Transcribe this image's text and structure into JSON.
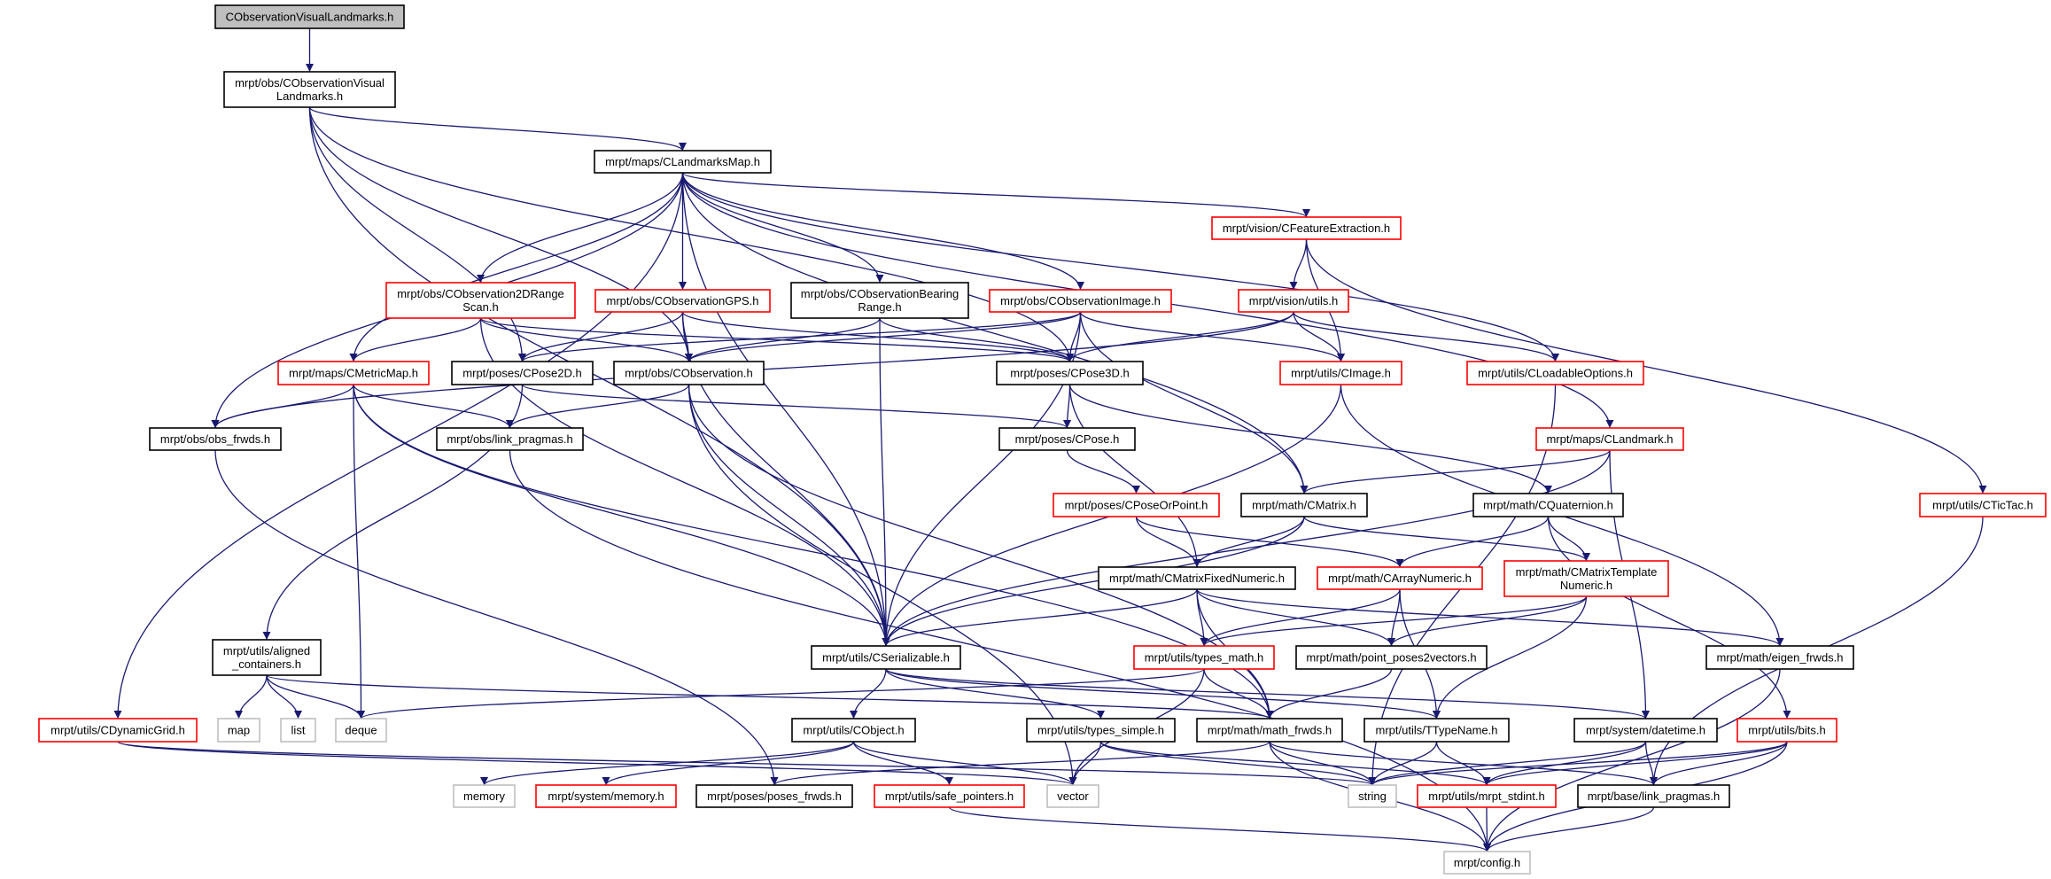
{
  "colors": {
    "edge": "#191970",
    "red_border": "#ff0000",
    "black_border": "#000000",
    "gray_border": "#bfbfbf",
    "root_fill": "#bfbfbf"
  },
  "nodes": [
    {
      "id": "A",
      "lines": [
        "CObservationVisualLandmarks.h"
      ],
      "style": "root"
    },
    {
      "id": "B",
      "lines": [
        "mrpt/obs/CObservationVisual",
        "Landmarks.h"
      ],
      "style": "black"
    },
    {
      "id": "C",
      "lines": [
        "mrpt/maps/CLandmarksMap.h"
      ],
      "style": "black"
    },
    {
      "id": "D",
      "lines": [
        "mrpt/obs/CObservation2DRange",
        "Scan.h"
      ],
      "style": "red"
    },
    {
      "id": "E",
      "lines": [
        "mrpt/obs/CObservationGPS.h"
      ],
      "style": "red"
    },
    {
      "id": "F",
      "lines": [
        "mrpt/obs/CObservationBearing",
        "Range.h"
      ],
      "style": "black"
    },
    {
      "id": "G",
      "lines": [
        "mrpt/obs/CObservationImage.h"
      ],
      "style": "red"
    },
    {
      "id": "H",
      "lines": [
        "mrpt/vision/CFeatureExtraction.h"
      ],
      "style": "red"
    },
    {
      "id": "I",
      "lines": [
        "mrpt/vision/utils.h"
      ],
      "style": "red"
    },
    {
      "id": "J",
      "lines": [
        "mrpt/maps/CMetricMap.h"
      ],
      "style": "red"
    },
    {
      "id": "K",
      "lines": [
        "mrpt/poses/CPose2D.h"
      ],
      "style": "black"
    },
    {
      "id": "L",
      "lines": [
        "mrpt/obs/CObservation.h"
      ],
      "style": "black"
    },
    {
      "id": "M",
      "lines": [
        "mrpt/poses/CPose3D.h"
      ],
      "style": "black"
    },
    {
      "id": "N",
      "lines": [
        "mrpt/utils/CImage.h"
      ],
      "style": "red"
    },
    {
      "id": "O",
      "lines": [
        "mrpt/utils/CLoadableOptions.h"
      ],
      "style": "red"
    },
    {
      "id": "P",
      "lines": [
        "mrpt/obs/obs_frwds.h"
      ],
      "style": "black"
    },
    {
      "id": "Q",
      "lines": [
        "mrpt/obs/link_pragmas.h"
      ],
      "style": "black"
    },
    {
      "id": "R",
      "lines": [
        "mrpt/poses/CPose.h"
      ],
      "style": "black"
    },
    {
      "id": "S",
      "lines": [
        "mrpt/maps/CLandmark.h"
      ],
      "style": "red"
    },
    {
      "id": "T",
      "lines": [
        "mrpt/poses/CPoseOrPoint.h"
      ],
      "style": "red"
    },
    {
      "id": "U",
      "lines": [
        "mrpt/math/CMatrix.h"
      ],
      "style": "black"
    },
    {
      "id": "V",
      "lines": [
        "mrpt/math/CQuaternion.h"
      ],
      "style": "black"
    },
    {
      "id": "W",
      "lines": [
        "mrpt/utils/CTicTac.h"
      ],
      "style": "red"
    },
    {
      "id": "X",
      "lines": [
        "mrpt/math/CMatrixFixedNumeric.h"
      ],
      "style": "black"
    },
    {
      "id": "Y",
      "lines": [
        "mrpt/math/CArrayNumeric.h"
      ],
      "style": "red"
    },
    {
      "id": "Z",
      "lines": [
        "mrpt/math/CMatrixTemplate",
        "Numeric.h"
      ],
      "style": "red"
    },
    {
      "id": "AA",
      "lines": [
        "mrpt/utils/types_math.h"
      ],
      "style": "red"
    },
    {
      "id": "AB",
      "lines": [
        "mrpt/math/point_poses2vectors.h"
      ],
      "style": "black"
    },
    {
      "id": "AC",
      "lines": [
        "mrpt/math/eigen_frwds.h"
      ],
      "style": "black"
    },
    {
      "id": "AD",
      "lines": [
        "mrpt/utils/CSerializable.h"
      ],
      "style": "black"
    },
    {
      "id": "AE",
      "lines": [
        "mrpt/utils/aligned",
        "_containers.h"
      ],
      "style": "black"
    },
    {
      "id": "AF",
      "lines": [
        "mrpt/utils/CDynamicGrid.h"
      ],
      "style": "red"
    },
    {
      "id": "AG",
      "lines": [
        "map"
      ],
      "style": "gray"
    },
    {
      "id": "AH",
      "lines": [
        "list"
      ],
      "style": "gray"
    },
    {
      "id": "AI",
      "lines": [
        "deque"
      ],
      "style": "gray"
    },
    {
      "id": "AJ",
      "lines": [
        "mrpt/utils/CObject.h"
      ],
      "style": "black"
    },
    {
      "id": "AK",
      "lines": [
        "memory"
      ],
      "style": "gray"
    },
    {
      "id": "AL",
      "lines": [
        "mrpt/system/memory.h"
      ],
      "style": "red"
    },
    {
      "id": "AM",
      "lines": [
        "mrpt/poses/poses_frwds.h"
      ],
      "style": "black"
    },
    {
      "id": "AN",
      "lines": [
        "mrpt/utils/safe_pointers.h"
      ],
      "style": "red"
    },
    {
      "id": "AO",
      "lines": [
        "mrpt/utils/types_simple.h"
      ],
      "style": "black"
    },
    {
      "id": "AP",
      "lines": [
        "mrpt/math/math_frwds.h"
      ],
      "style": "black"
    },
    {
      "id": "AQ",
      "lines": [
        "mrpt/utils/TTypeName.h"
      ],
      "style": "black"
    },
    {
      "id": "AR",
      "lines": [
        "mrpt/system/datetime.h"
      ],
      "style": "black"
    },
    {
      "id": "AS",
      "lines": [
        "mrpt/utils/bits.h"
      ],
      "style": "red"
    },
    {
      "id": "AT",
      "lines": [
        "vector"
      ],
      "style": "gray"
    },
    {
      "id": "AU",
      "lines": [
        "string"
      ],
      "style": "gray"
    },
    {
      "id": "AV",
      "lines": [
        "mrpt/utils/mrpt_stdint.h"
      ],
      "style": "red"
    },
    {
      "id": "AW",
      "lines": [
        "mrpt/base/link_pragmas.h"
      ],
      "style": "black"
    },
    {
      "id": "AX",
      "lines": [
        "mrpt/config.h"
      ],
      "style": "gray"
    }
  ],
  "edges": [
    [
      "A",
      "B"
    ],
    [
      "B",
      "C"
    ],
    [
      "B",
      "M"
    ],
    [
      "B",
      "L"
    ],
    [
      "B",
      "K"
    ],
    [
      "B",
      "AD"
    ],
    [
      "C",
      "AF"
    ],
    [
      "C",
      "P"
    ],
    [
      "C",
      "AD"
    ],
    [
      "C",
      "J"
    ],
    [
      "C",
      "D"
    ],
    [
      "C",
      "E"
    ],
    [
      "C",
      "F"
    ],
    [
      "C",
      "G"
    ],
    [
      "C",
      "H"
    ],
    [
      "C",
      "U"
    ],
    [
      "C",
      "O"
    ],
    [
      "C",
      "S"
    ],
    [
      "D",
      "J"
    ],
    [
      "D",
      "L"
    ],
    [
      "D",
      "M"
    ],
    [
      "D",
      "AD"
    ],
    [
      "E",
      "K"
    ],
    [
      "E",
      "L"
    ],
    [
      "E",
      "M"
    ],
    [
      "E",
      "AD"
    ],
    [
      "F",
      "L"
    ],
    [
      "F",
      "M"
    ],
    [
      "F",
      "AD"
    ],
    [
      "G",
      "K"
    ],
    [
      "G",
      "L"
    ],
    [
      "G",
      "M"
    ],
    [
      "G",
      "N"
    ],
    [
      "G",
      "U"
    ],
    [
      "G",
      "AD"
    ],
    [
      "H",
      "I"
    ],
    [
      "H",
      "N"
    ],
    [
      "H",
      "W"
    ],
    [
      "I",
      "M"
    ],
    [
      "I",
      "N"
    ],
    [
      "I",
      "O"
    ],
    [
      "I",
      "P"
    ],
    [
      "J",
      "P"
    ],
    [
      "J",
      "Q"
    ],
    [
      "J",
      "AI"
    ],
    [
      "J",
      "AD"
    ],
    [
      "J",
      "AP"
    ],
    [
      "K",
      "R"
    ],
    [
      "K",
      "AE"
    ],
    [
      "L",
      "Q"
    ],
    [
      "L",
      "AD"
    ],
    [
      "L",
      "AP"
    ],
    [
      "L",
      "AT"
    ],
    [
      "M",
      "R"
    ],
    [
      "M",
      "X"
    ],
    [
      "M",
      "V"
    ],
    [
      "N",
      "AD"
    ],
    [
      "N",
      "AC"
    ],
    [
      "O",
      "AU"
    ],
    [
      "P",
      "AM"
    ],
    [
      "Q",
      "AX"
    ],
    [
      "R",
      "T"
    ],
    [
      "S",
      "U"
    ],
    [
      "S",
      "AD"
    ],
    [
      "S",
      "AR"
    ],
    [
      "T",
      "X"
    ],
    [
      "T",
      "Y"
    ],
    [
      "U",
      "X"
    ],
    [
      "U",
      "Z"
    ],
    [
      "U",
      "AD"
    ],
    [
      "V",
      "Y"
    ],
    [
      "V",
      "Z"
    ],
    [
      "V",
      "AS"
    ],
    [
      "W",
      "AW"
    ],
    [
      "X",
      "AA"
    ],
    [
      "X",
      "AB"
    ],
    [
      "X",
      "AC"
    ],
    [
      "X",
      "AD"
    ],
    [
      "X",
      "AP"
    ],
    [
      "Y",
      "AA"
    ],
    [
      "Y",
      "AB"
    ],
    [
      "Y",
      "AQ"
    ],
    [
      "Z",
      "AA"
    ],
    [
      "Z",
      "AB"
    ],
    [
      "Z",
      "AQ"
    ],
    [
      "AA",
      "AI"
    ],
    [
      "AA",
      "AP"
    ],
    [
      "AA",
      "AT"
    ],
    [
      "AB",
      "AP"
    ],
    [
      "AC",
      "AX"
    ],
    [
      "AD",
      "AJ"
    ],
    [
      "AD",
      "AO"
    ],
    [
      "AD",
      "AQ"
    ],
    [
      "AD",
      "AR"
    ],
    [
      "AE",
      "AG"
    ],
    [
      "AE",
      "AH"
    ],
    [
      "AE",
      "AI"
    ],
    [
      "AE",
      "AP"
    ],
    [
      "AF",
      "AT"
    ],
    [
      "AF",
      "AU"
    ],
    [
      "AJ",
      "AK"
    ],
    [
      "AJ",
      "AL"
    ],
    [
      "AJ",
      "AN"
    ],
    [
      "AJ",
      "AT"
    ],
    [
      "AO",
      "AT"
    ],
    [
      "AO",
      "AU"
    ],
    [
      "AO",
      "AV"
    ],
    [
      "AP",
      "AM"
    ],
    [
      "AP",
      "AU"
    ],
    [
      "AP",
      "AW"
    ],
    [
      "AP",
      "AX"
    ],
    [
      "AQ",
      "AU"
    ],
    [
      "AQ",
      "AV"
    ],
    [
      "AR",
      "AU"
    ],
    [
      "AR",
      "AV"
    ],
    [
      "AR",
      "AW"
    ],
    [
      "AS",
      "AU"
    ],
    [
      "AS",
      "AV"
    ],
    [
      "AS",
      "AW"
    ],
    [
      "AS",
      "AX"
    ],
    [
      "AN",
      "AX"
    ],
    [
      "AV",
      "AX"
    ],
    [
      "AW",
      "AX"
    ]
  ]
}
